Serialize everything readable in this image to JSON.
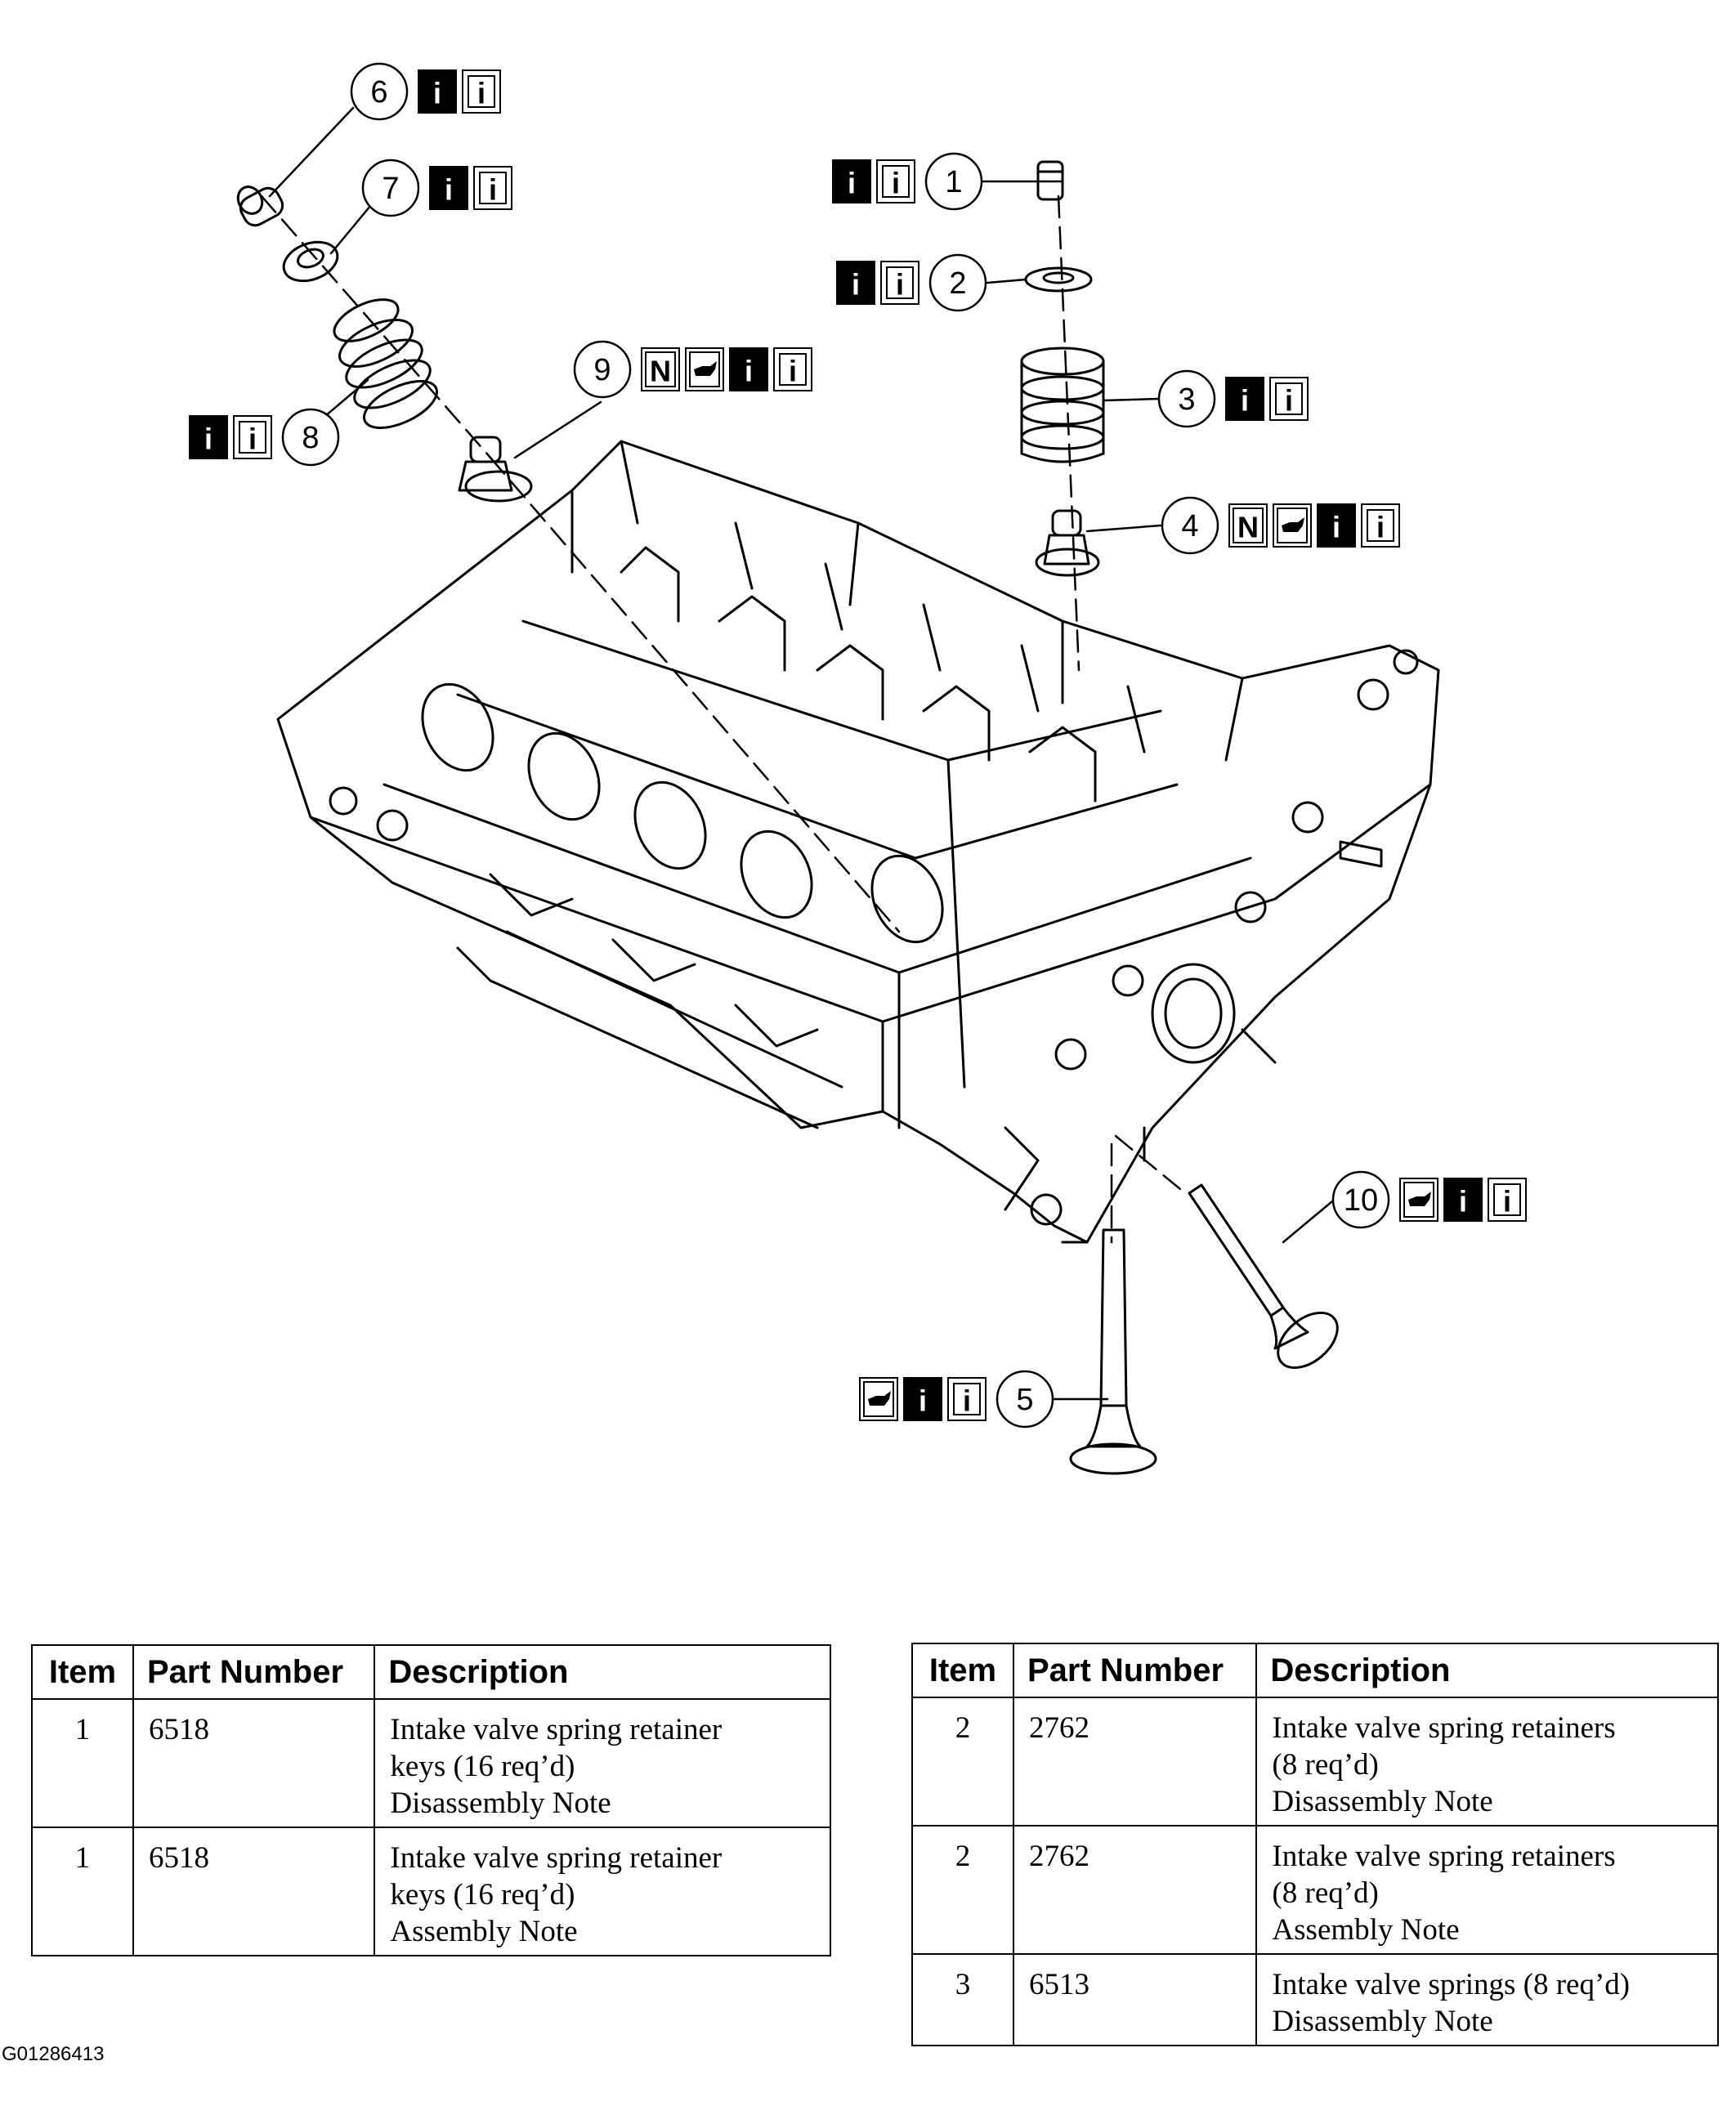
{
  "callouts": [
    {
      "id": "1",
      "symbols": [
        "info-solid",
        "info-outline"
      ]
    },
    {
      "id": "2",
      "symbols": [
        "info-solid",
        "info-outline"
      ]
    },
    {
      "id": "3",
      "symbols": [
        "info-solid",
        "info-outline"
      ]
    },
    {
      "id": "4",
      "symbols": [
        "new",
        "oil",
        "info-solid",
        "info-outline"
      ]
    },
    {
      "id": "5",
      "symbols": [
        "oil",
        "info-solid",
        "info-outline"
      ]
    },
    {
      "id": "6",
      "symbols": [
        "info-solid",
        "info-outline"
      ]
    },
    {
      "id": "7",
      "symbols": [
        "info-solid",
        "info-outline"
      ]
    },
    {
      "id": "8",
      "symbols": [
        "info-solid",
        "info-outline"
      ]
    },
    {
      "id": "9",
      "symbols": [
        "new",
        "oil",
        "info-solid",
        "info-outline"
      ]
    },
    {
      "id": "10",
      "symbols": [
        "oil",
        "info-solid",
        "info-outline"
      ]
    }
  ],
  "symbol_letters": {
    "info": "i",
    "new": "N"
  },
  "tables": [
    {
      "headers": [
        "Item",
        "Part Number",
        "Description"
      ],
      "rows": [
        {
          "item": "1",
          "part": "6518",
          "description": [
            "Intake valve spring retainer",
            "keys (16 req’d)",
            "Disassembly Note"
          ]
        },
        {
          "item": "1",
          "part": "6518",
          "description": [
            "Intake valve spring retainer",
            "keys (16 req’d)",
            "Assembly Note"
          ]
        }
      ]
    },
    {
      "headers": [
        "Item",
        "Part Number",
        "Description"
      ],
      "rows": [
        {
          "item": "2",
          "part": "2762",
          "description": [
            "Intake valve spring retainers",
            "(8 req’d)",
            "Disassembly Note"
          ]
        },
        {
          "item": "2",
          "part": "2762",
          "description": [
            "Intake valve spring retainers",
            "(8 req’d)",
            "Assembly Note"
          ]
        },
        {
          "item": "3",
          "part": "6513",
          "description": [
            "Intake valve springs (8 req’d)",
            "Disassembly Note"
          ]
        }
      ]
    }
  ],
  "figure_code": "G01286413"
}
